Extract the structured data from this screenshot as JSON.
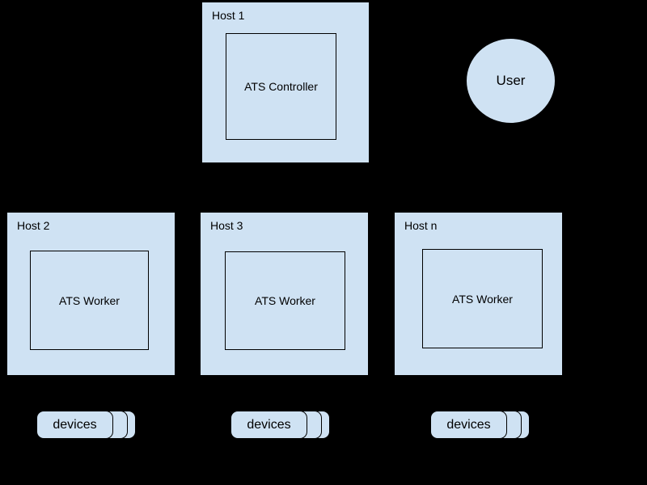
{
  "diagram": {
    "background_color": "#000000",
    "shape_fill_color": "#cfe2f3",
    "shape_stroke_color": "#000000",
    "hosts": [
      {
        "label": "Host 1",
        "component": "ATS Controller"
      },
      {
        "label": "Host 2",
        "component": "ATS Worker"
      },
      {
        "label": "Host 3",
        "component": "ATS Worker"
      },
      {
        "label": "Host n",
        "component": "ATS Worker"
      }
    ],
    "user": {
      "label": "User"
    },
    "device_stacks": [
      {
        "label": "devices"
      },
      {
        "label": "devices"
      },
      {
        "label": "devices"
      }
    ]
  }
}
